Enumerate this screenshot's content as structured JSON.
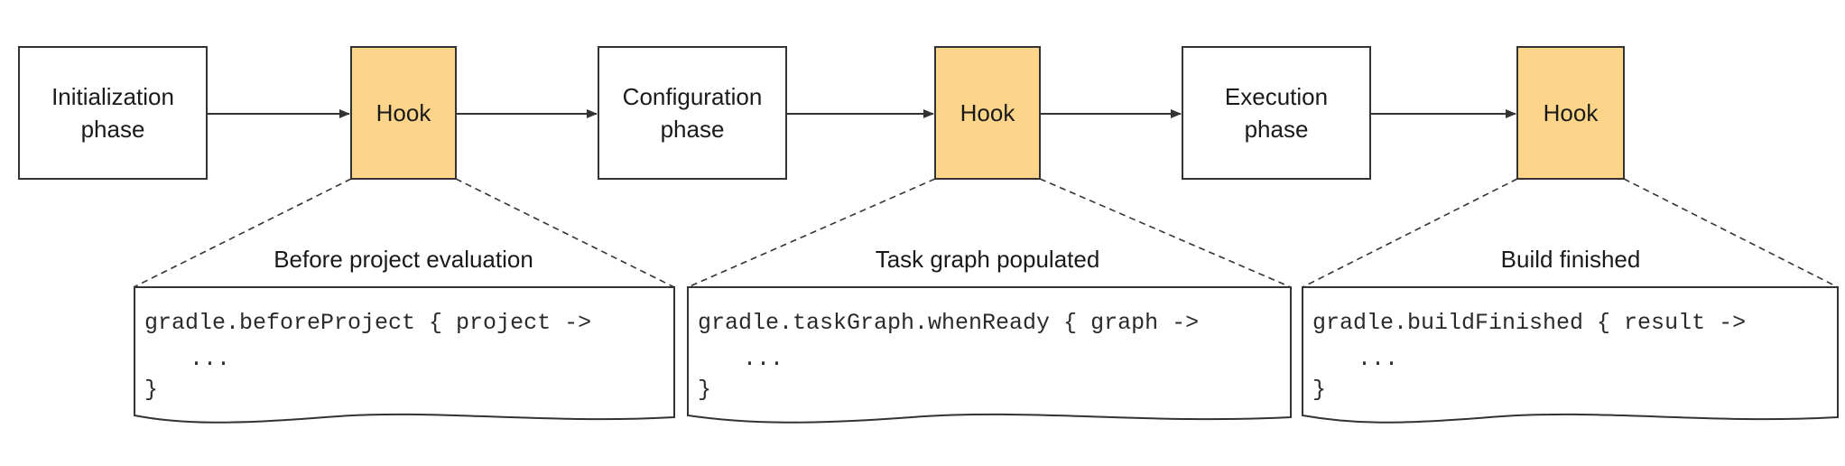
{
  "phases": [
    {
      "line1": "Initialization",
      "line2": "phase"
    },
    {
      "line1": "Configuration",
      "line2": "phase"
    },
    {
      "line1": "Execution",
      "line2": "phase"
    }
  ],
  "hooks": [
    {
      "label": "Hook"
    },
    {
      "label": "Hook"
    },
    {
      "label": "Hook"
    }
  ],
  "callouts": [
    {
      "title": "Before project evaluation",
      "code_line1": "gradle.beforeProject { project ->",
      "code_line2": "...",
      "code_line3": "}"
    },
    {
      "title": "Task graph populated",
      "code_line1": "gradle.taskGraph.whenReady { graph ->",
      "code_line2": "...",
      "code_line3": "}"
    },
    {
      "title": "Build finished",
      "code_line1": "gradle.buildFinished { result ->",
      "code_line2": "...",
      "code_line3": "}"
    }
  ],
  "colors": {
    "hook_fill": "#fcd58a",
    "stroke": "#333333"
  }
}
